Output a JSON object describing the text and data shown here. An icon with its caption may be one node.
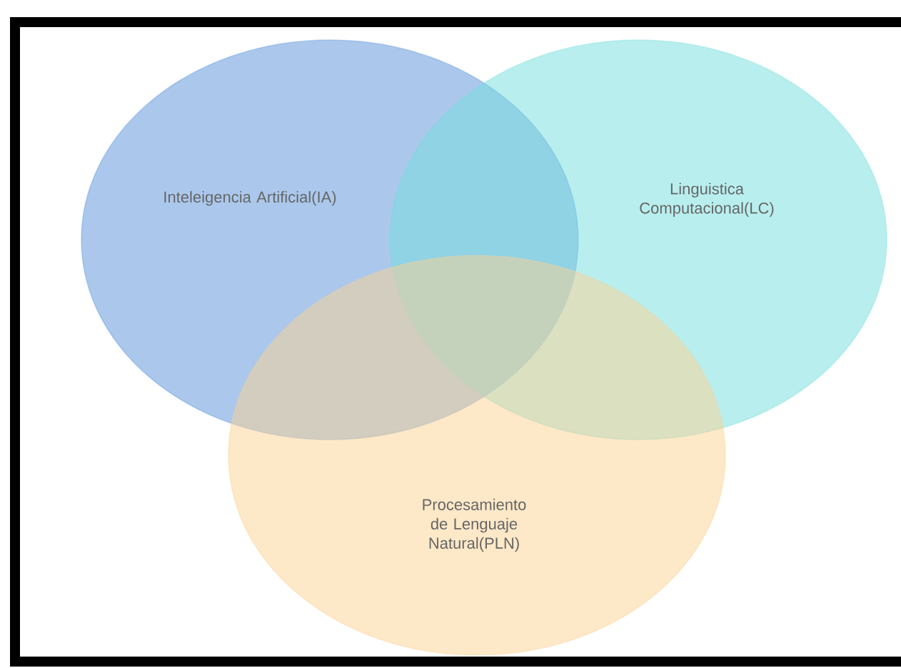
{
  "diagram": {
    "nodes": [
      {
        "text": [
          "Inteleigencia Artificial(IA)"
        ]
      },
      {
        "text": [
          "Linguistica Computacional(LC)"
        ]
      },
      {
        "text": [
          "Procesamiento de Lenguaje Natural(PLN)"
        ]
      }
    ]
  }
}
